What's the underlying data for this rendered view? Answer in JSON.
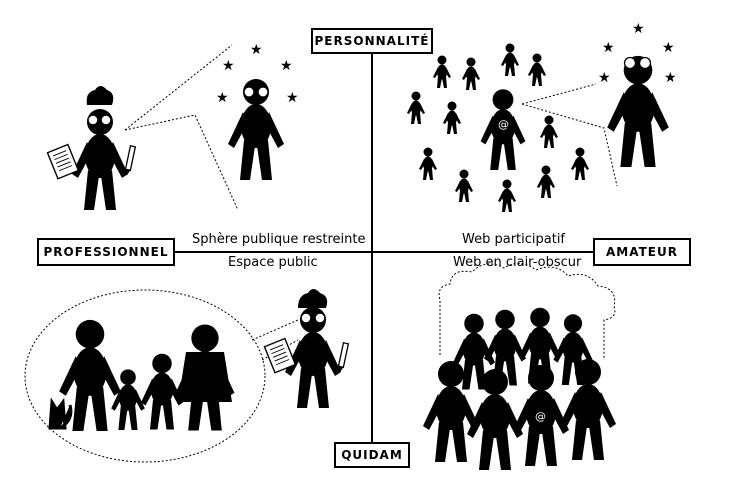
{
  "axes": {
    "top": "PERSONNALITÉ",
    "left": "PROFESSIONNEL",
    "right": "AMATEUR",
    "bottom": "QUIDAM"
  },
  "labels": {
    "upper_left": "Sphère publique restreinte",
    "lower_left": "Espace public",
    "upper_right": "Web participatif",
    "lower_right": "Web en clair-obscur"
  },
  "icons": {
    "at_symbol": "@",
    "star": "★"
  }
}
